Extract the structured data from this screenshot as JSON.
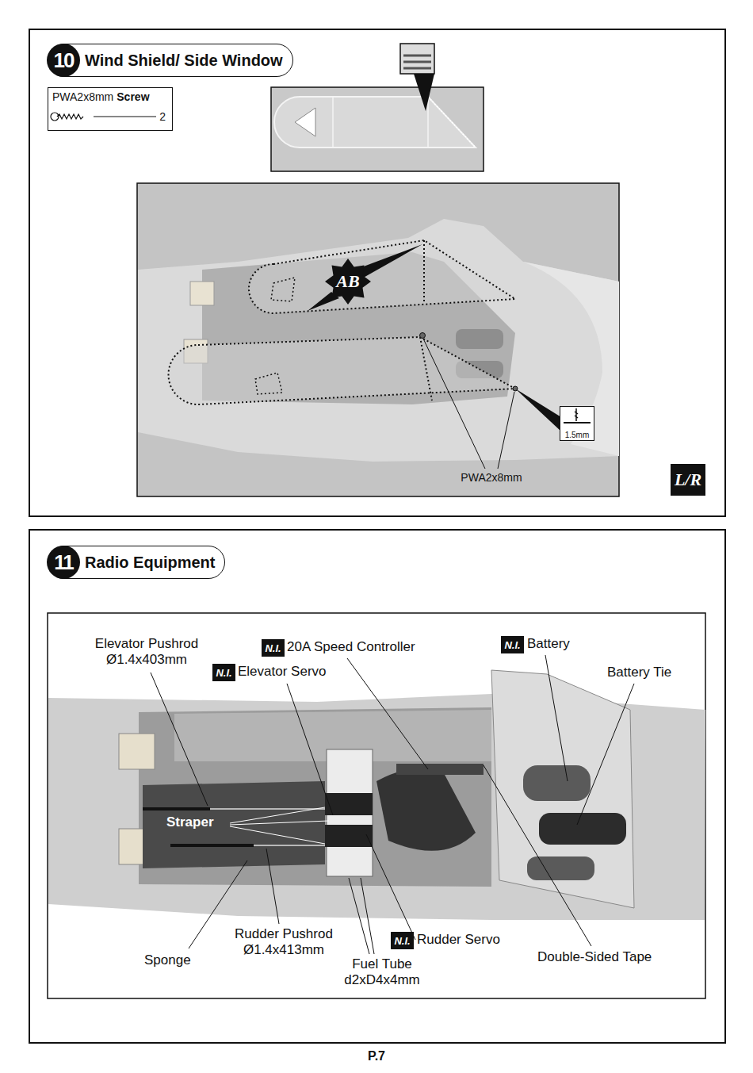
{
  "diagram": {
    "nodes": [
      {
        "text": [
          "10",
          "Wind Shield/ Side Window"
        ]
      },
      {
        "text": [
          "PWA2x8mm",
          "Screw",
          "2"
        ]
      },
      {
        "text": [
          "AB"
        ]
      },
      {
        "text": [
          "1.5mm"
        ]
      },
      {
        "text": [
          "L/R"
        ]
      },
      {
        "text": [
          "11",
          "Radio Equipment"
        ]
      },
      {
        "text": [
          "N.I."
        ]
      },
      {
        "text": [
          "N.I."
        ]
      },
      {
        "text": [
          "N.I."
        ]
      },
      {
        "text": [
          "N.I."
        ]
      }
    ],
    "labels": [
      "PWA2x8mm",
      "Elevator Pushrod Ø1.4x403mm",
      "20A Speed Controller",
      "Elevator Servo",
      "Battery",
      "Battery Tie",
      "Straper",
      "Sponge",
      "Rudder Pushrod Ø1.4x413mm",
      "Fuel Tube d2xD4x4mm",
      "Rudder Servo",
      "Double-Sided Tape",
      "P.7"
    ]
  }
}
